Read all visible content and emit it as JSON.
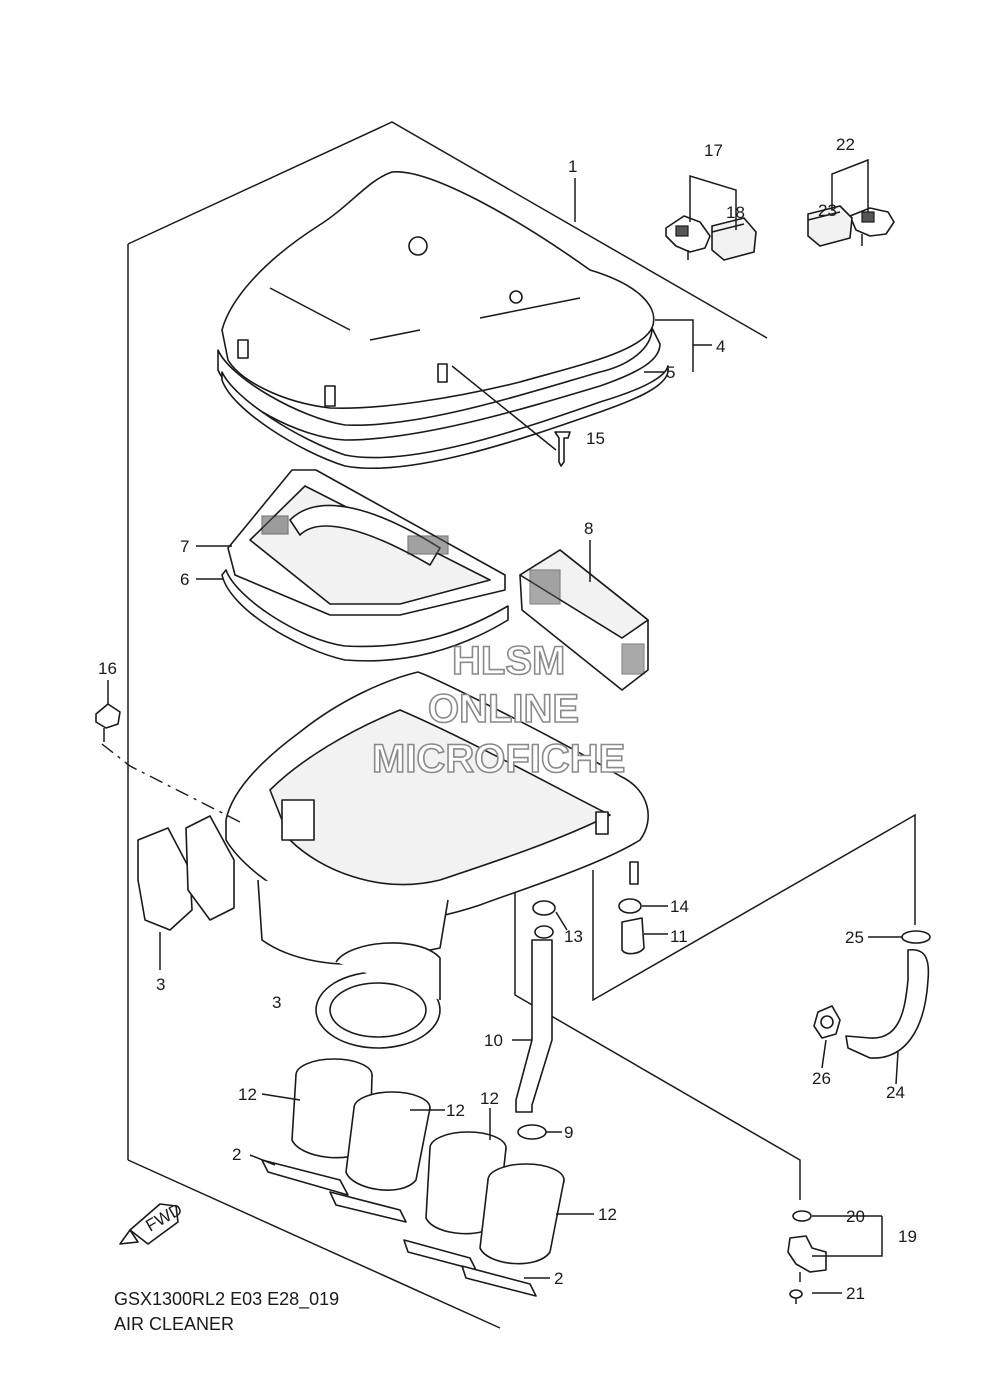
{
  "diagram": {
    "model_code": "GSX1300RL2 E03 E28_019",
    "section_title": "AIR CLEANER",
    "watermark": {
      "line1": "HLSM",
      "line2": "ONLINE",
      "line3": "MICROFICHE"
    },
    "fwd_arrow_text": "FWD",
    "callouts": {
      "c1": "1",
      "c2a": "2",
      "c2b": "2",
      "c3a": "3",
      "c3b": "3",
      "c4": "4",
      "c5": "5",
      "c6": "6",
      "c7": "7",
      "c8": "8",
      "c9": "9",
      "c10": "10",
      "c11": "11",
      "c12a": "12",
      "c12b": "12",
      "c12c": "12",
      "c12d": "12",
      "c13": "13",
      "c14": "14",
      "c15": "15",
      "c16": "16",
      "c17": "17",
      "c18": "18",
      "c19": "19",
      "c20": "20",
      "c21": "21",
      "c22": "22",
      "c23": "23",
      "c24": "24",
      "c25": "25",
      "c26": "26"
    }
  }
}
